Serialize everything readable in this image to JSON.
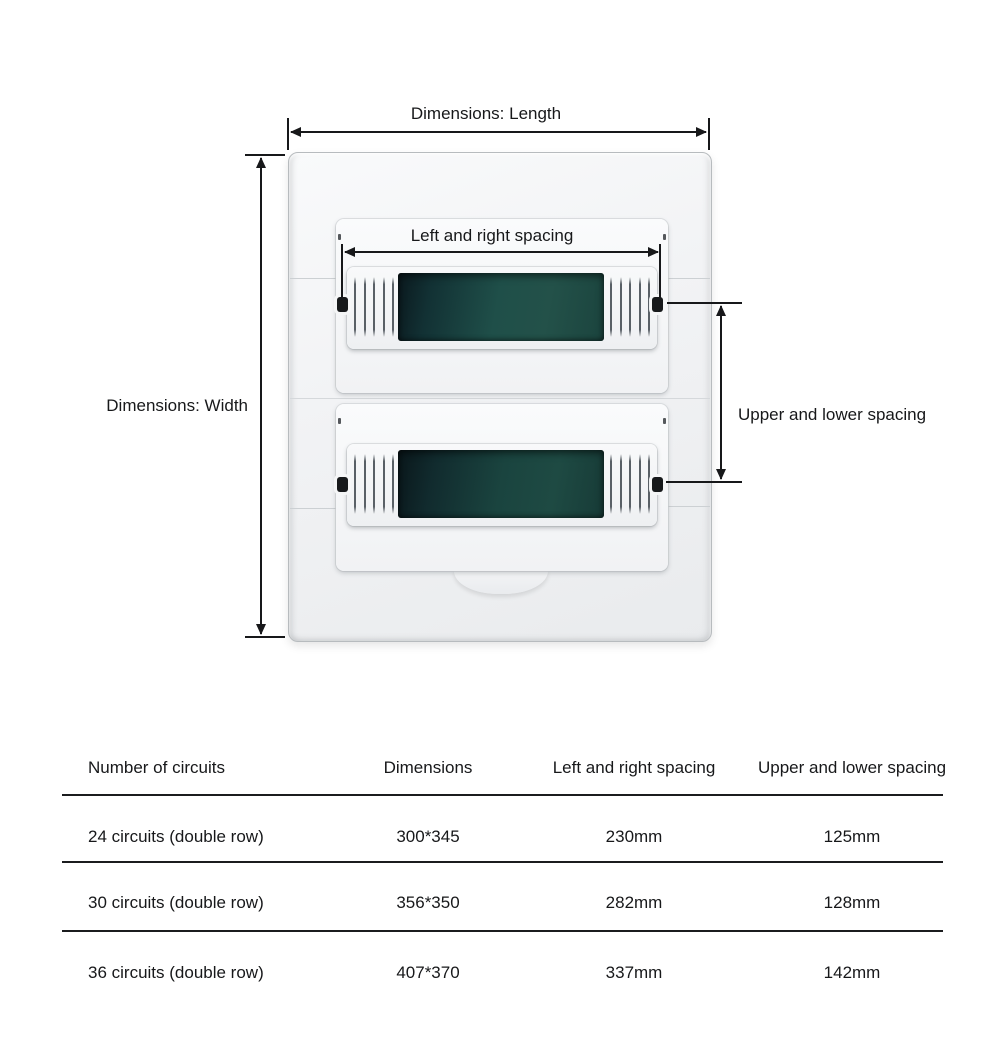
{
  "diagram": {
    "length_label": "Dimensions: Length",
    "width_label": "Dimensions: Width",
    "lr_spacing_label": "Left and right spacing",
    "ud_spacing_label": "Upper and lower spacing",
    "colors": {
      "annotation": "#17181a",
      "box_body": "#f1f2f4",
      "window_teal_top": "#1f4f49",
      "window_teal_bottom": "#1a443f",
      "window_dark_edge": "#0b191e"
    }
  },
  "table": {
    "headers": [
      "Number of circuits",
      "Dimensions",
      "Left and right spacing",
      "Upper and lower spacing"
    ],
    "rows": [
      {
        "cells": [
          "24 circuits (double row)",
          "300*345",
          "230mm",
          "125mm"
        ]
      },
      {
        "cells": [
          "30 circuits (double row)",
          "356*350",
          "282mm",
          "128mm"
        ]
      },
      {
        "cells": [
          "36 circuits (double row)",
          "407*370",
          "337mm",
          "142mm"
        ]
      }
    ]
  }
}
